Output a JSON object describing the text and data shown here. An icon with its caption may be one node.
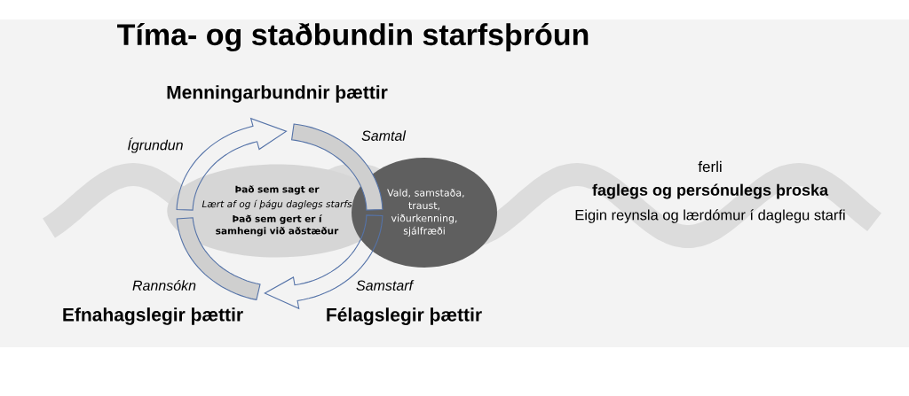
{
  "diagram": {
    "title": "Tíma- og staðbundin starfsþróun",
    "nodes": [
      {
        "text": [
          "Það sem sagt er",
          "Lært af og í þágu daglegs starfs",
          "Það sem gert er í samhengi við aðstæður"
        ]
      },
      {
        "text": [
          "Vald, samstaða, traust, viðurkenning, sjálfræði"
        ]
      }
    ],
    "labels": [
      "Menningarbundnir þættir",
      "Ígrundun",
      "Samtal",
      "ferli",
      "faglegs og persónulegs þroska",
      "Eigin reynsla og lærdómur í daglegu starfi",
      "Rannsókn",
      "Samstarf",
      "Efnahagslegir þættir",
      "Félagslegir þættir"
    ]
  }
}
